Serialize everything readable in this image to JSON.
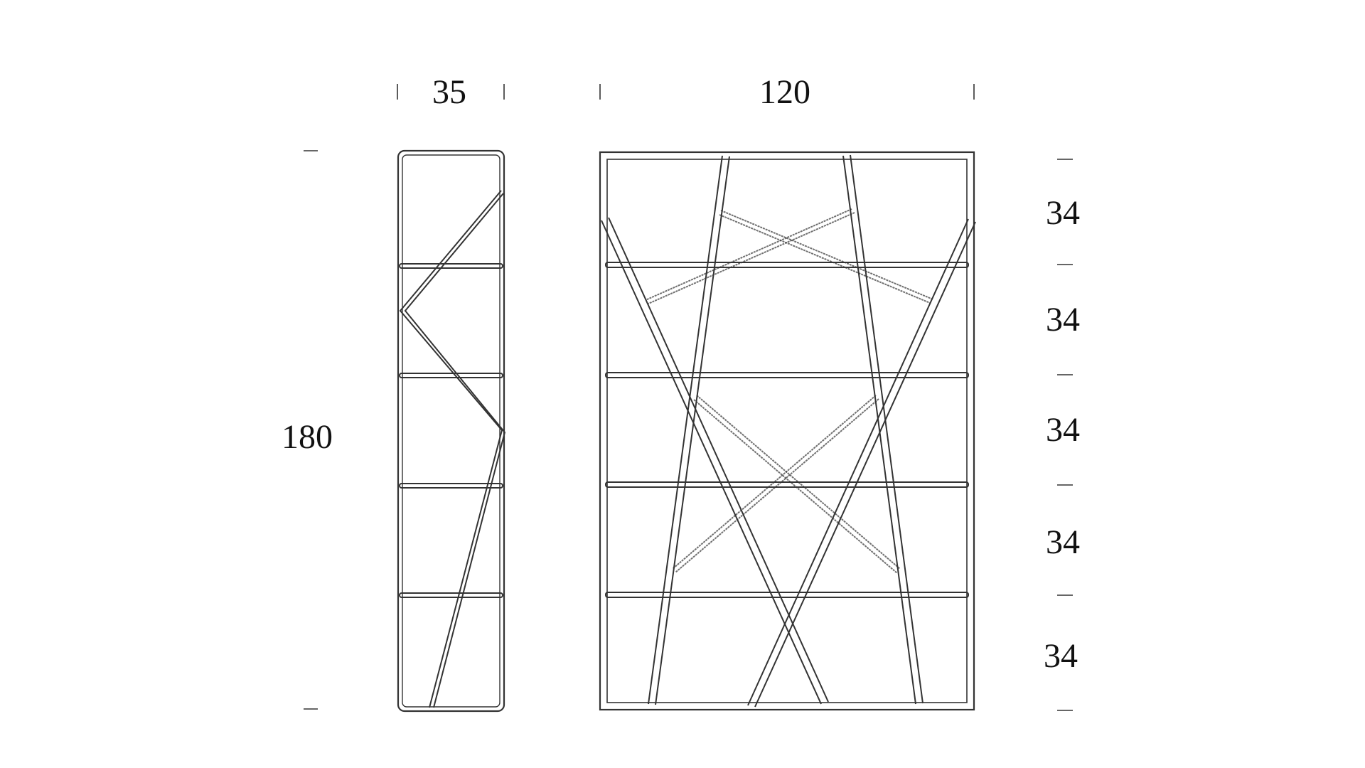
{
  "dimensions": {
    "side_width": "35",
    "front_width": "120",
    "total_height": "180",
    "shelf_heights": [
      "34",
      "34",
      "34",
      "34",
      "34"
    ]
  },
  "colors": {
    "line": "#333333",
    "background": "#ffffff"
  }
}
